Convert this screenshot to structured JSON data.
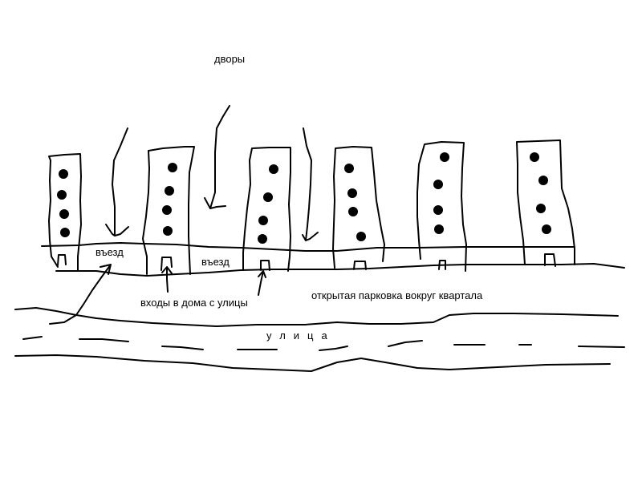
{
  "labels": {
    "courtyards": "дворы",
    "entry_left": "въезд",
    "entry_right": "въезд",
    "entrances": "входы в дома с улицы",
    "parking": "открытая парковка вокруг квартала",
    "street": "улица"
  },
  "colors": {
    "ink": "#000000",
    "background": "#ffffff"
  }
}
